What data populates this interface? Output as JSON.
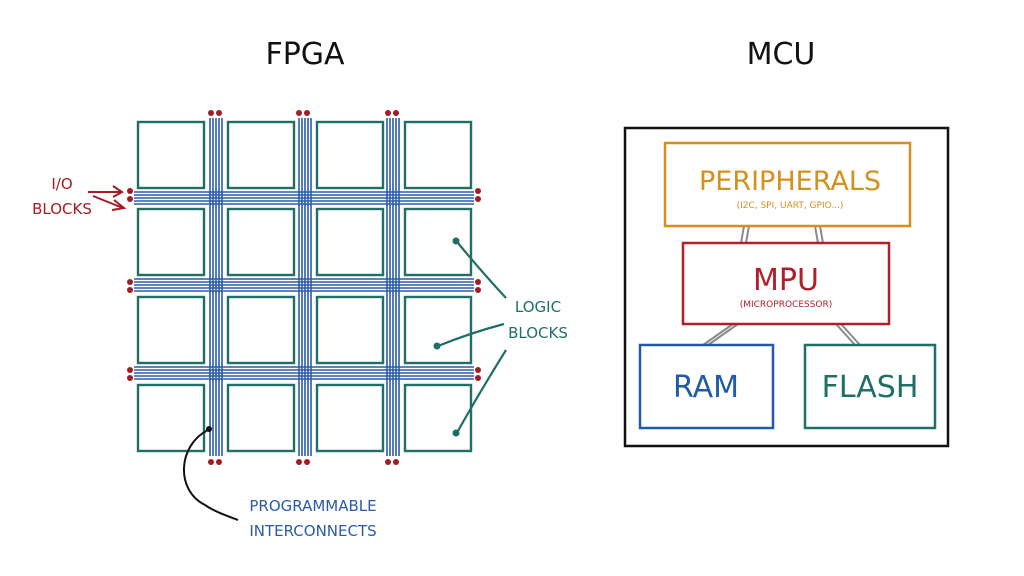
{
  "fpga": {
    "title": "FPGA",
    "labels": {
      "io_line1": "I/O",
      "io_line2": "BLOCKS",
      "logic_line1": "LOGIC",
      "logic_line2": "BLOCKS",
      "interconnect_line1": "PROGRAMMABLE",
      "interconnect_line2": "INTERCONNECTS"
    }
  },
  "mcu": {
    "title": "MCU",
    "peripherals": {
      "label": "PERIPHERALS",
      "sublabel": "(I2C, SPI, UART, GPIO...)"
    },
    "mpu": {
      "label": "MPU",
      "sublabel": "(MICROPROCESSOR)"
    },
    "ram": {
      "label": "RAM"
    },
    "flash": {
      "label": "FLASH"
    }
  },
  "colors": {
    "logic": "#1f6f66",
    "interconnect": "#2a5ba8",
    "io": "#a11d23",
    "peripherals": "#d4901c",
    "mpu": "#b0202a",
    "ram": "#215aa6",
    "flash": "#1f6f66",
    "outline": "#111111",
    "connector": "#8a8a8a"
  }
}
